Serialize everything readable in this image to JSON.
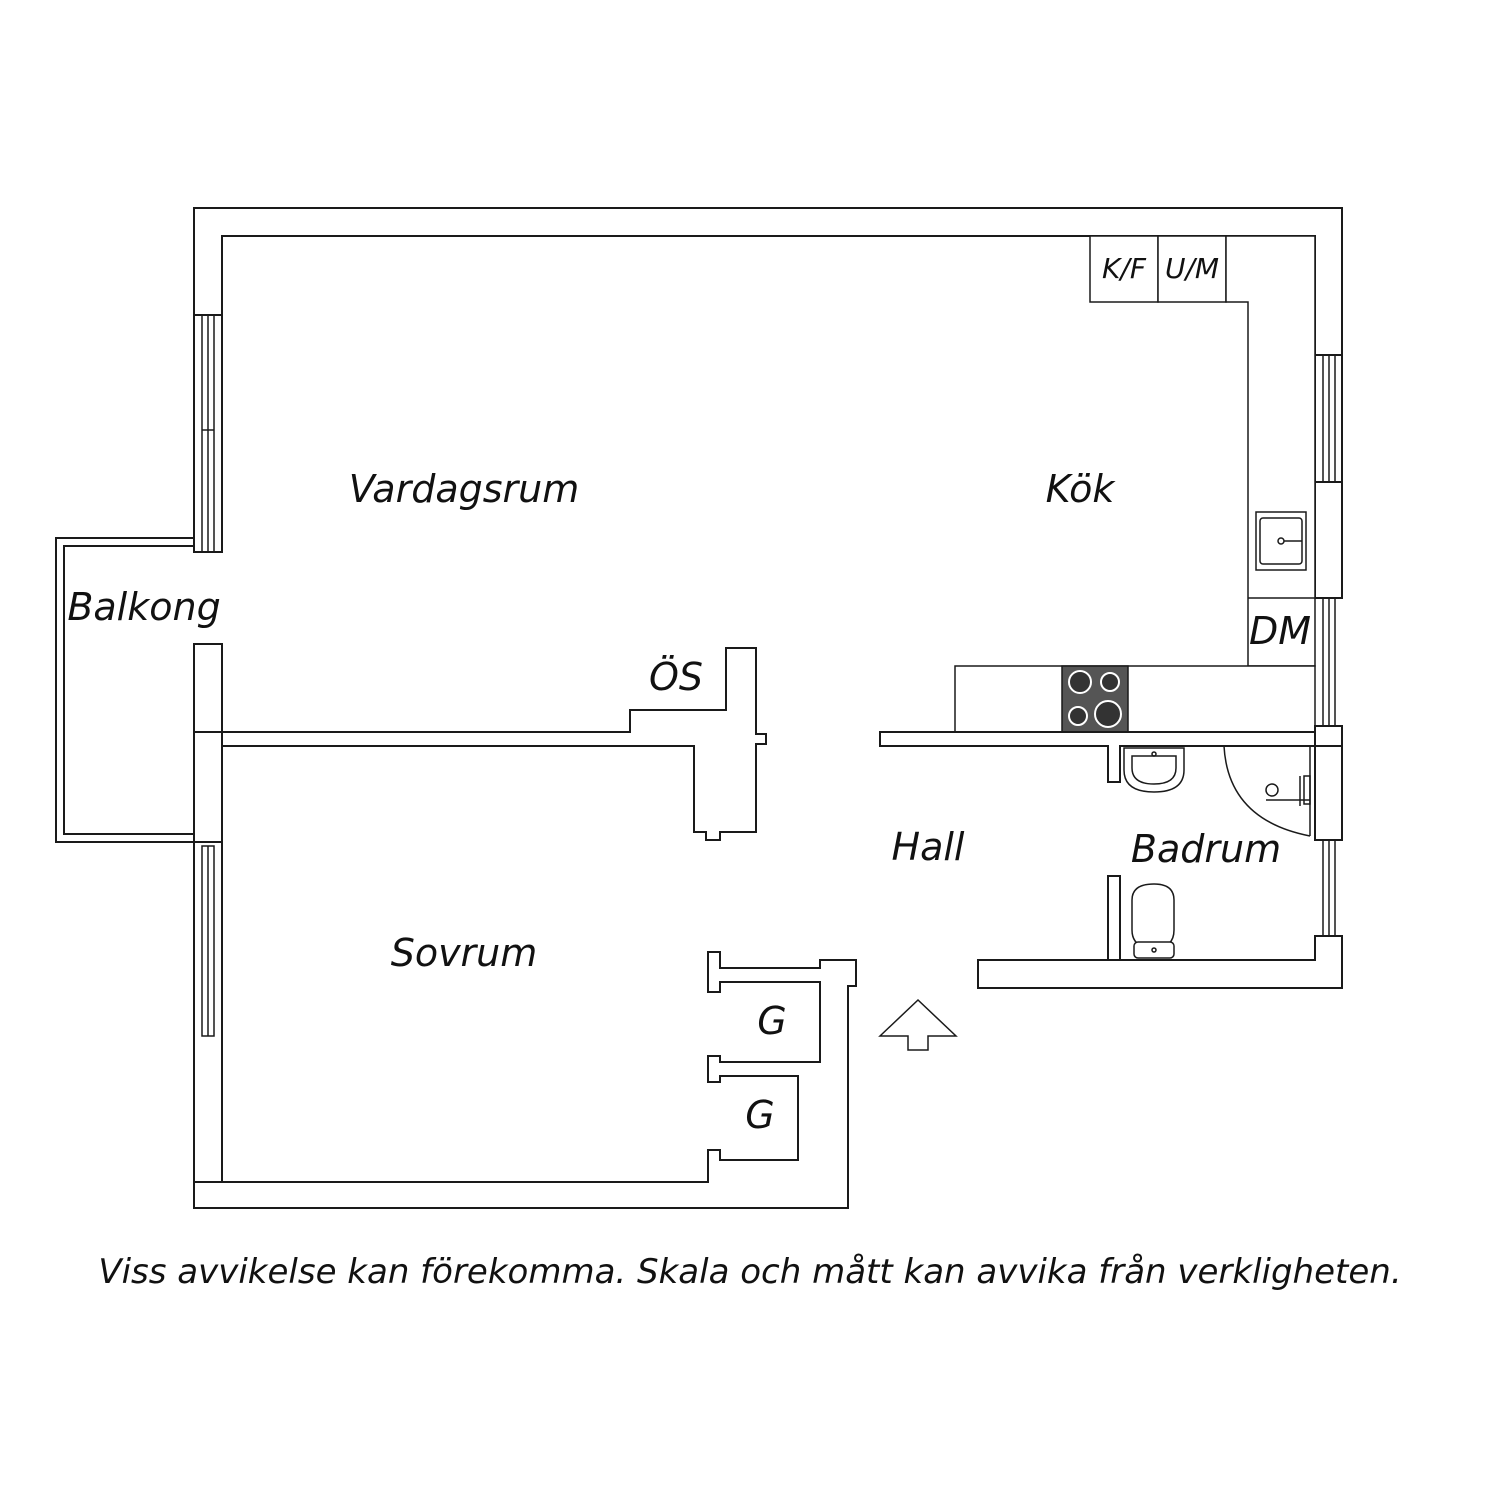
{
  "colors": {
    "wall_stroke": "#1a1a1a",
    "background": "#ffffff",
    "stove": "#555555",
    "burner": "#333333"
  },
  "rooms": {
    "living_room": "Vardagsrum",
    "kitchen": "Kök",
    "balcony": "Balkong",
    "bedroom": "Sovrum",
    "hall": "Hall",
    "bathroom": "Badrum",
    "wardrobe_os": "ÖS",
    "wardrobe_1": "G",
    "wardrobe_2": "G",
    "fridge_freezer": "K/F",
    "oven_micro": "U/M",
    "dishwasher": "DM"
  },
  "icons": {
    "entrance": "entrance-arrow-icon",
    "kitchen_sink": "kitchen-sink-icon",
    "stove": "stove-icon",
    "bath_sink": "bathroom-sink-icon",
    "shower": "shower-icon",
    "toilet": "toilet-icon"
  },
  "disclaimer": "Viss avvikelse kan förekomma. Skala och mått kan avvika från verkligheten."
}
